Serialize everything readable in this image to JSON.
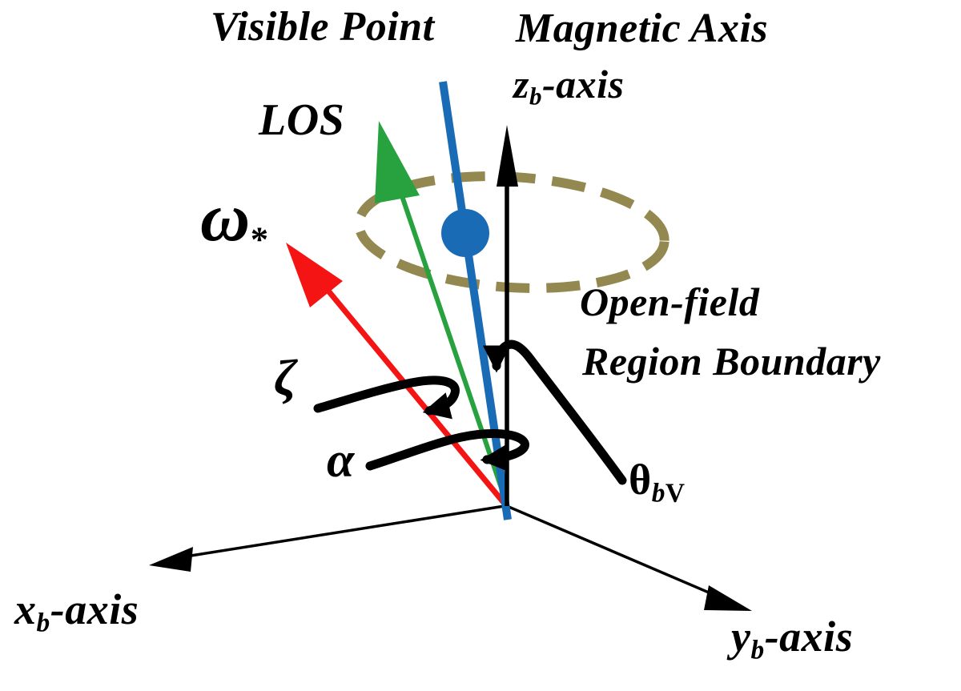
{
  "figure": {
    "labels": {
      "visible_point": "Visible Point",
      "magnetic_axis": "Magnetic Axis",
      "z_axis": {
        "base": "z",
        "sub": "b",
        "suffix": "-axis"
      },
      "los": "LOS",
      "omega": {
        "base": "ω",
        "sub": "*"
      },
      "zeta": "ζ",
      "alpha": "α",
      "open_field_line1": "Open-field",
      "open_field_line2": "Region Boundary",
      "theta": {
        "base": "θ",
        "sub1": "b",
        "sub2": "V"
      },
      "x_axis": {
        "base": "x",
        "sub": "b",
        "suffix": "-axis"
      },
      "y_axis": {
        "base": "y",
        "sub": "b",
        "suffix": "-axis"
      }
    },
    "colors": {
      "text": "#000000",
      "axes": "#000000",
      "visible_point_line": "#1a6bb6",
      "visible_point_dot": "#1a6bb6",
      "los_arrow": "#28a23e",
      "omega_arrow": "#f51414",
      "open_field_boundary": "#93884f",
      "background": "#ffffff"
    }
  }
}
